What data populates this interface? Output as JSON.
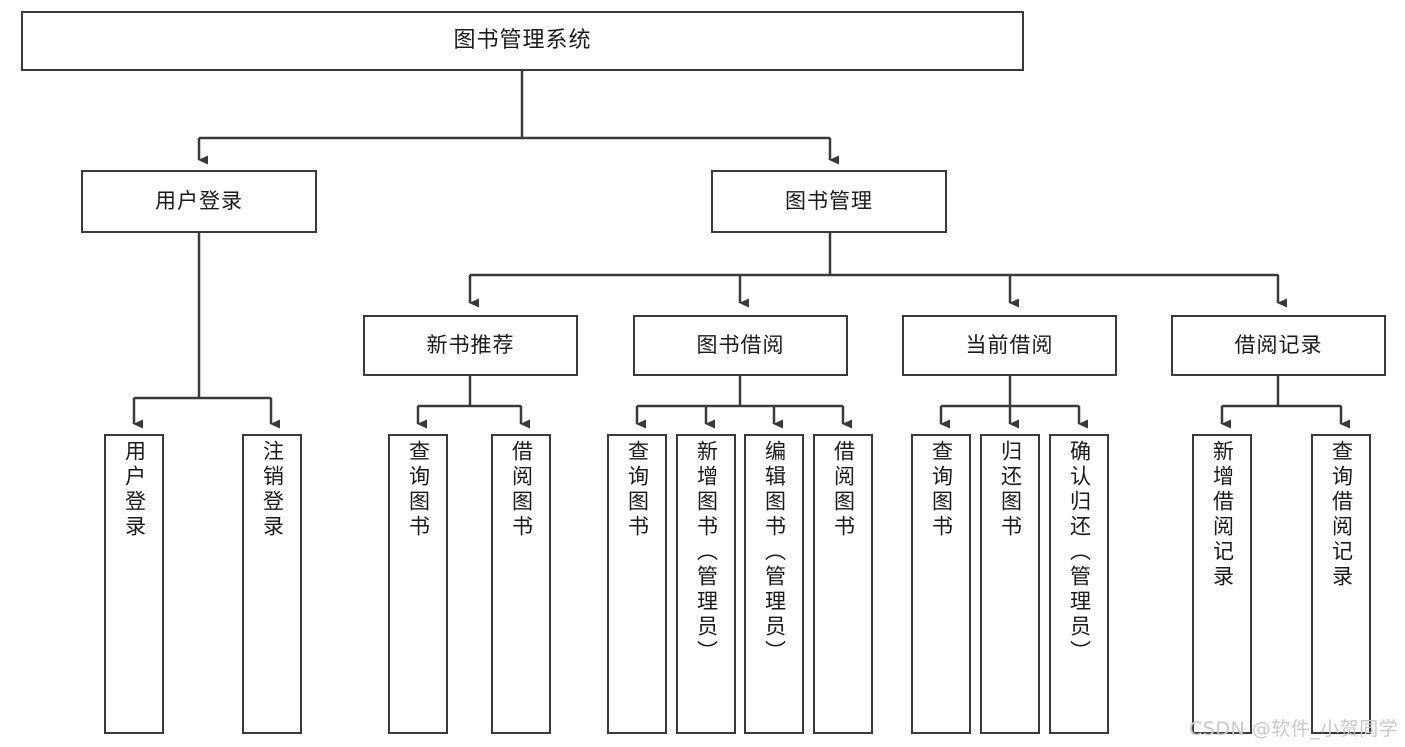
{
  "diagram": {
    "type": "tree",
    "title": "图书管理系统",
    "orientation": "top-down",
    "colors": {
      "box_border": "#3a3a3a",
      "box_fill": "#ffffff",
      "connector": "#3a3a3a",
      "text": "#1a1a1a",
      "watermark": "#c9c9c9",
      "background": "#ffffff"
    },
    "root": {
      "label": "图书管理系统"
    },
    "level2": [
      {
        "label": "用户登录"
      },
      {
        "label": "图书管理"
      }
    ],
    "level3": [
      {
        "label": "新书推荐"
      },
      {
        "label": "图书借阅"
      },
      {
        "label": "当前借阅"
      },
      {
        "label": "借阅记录"
      }
    ],
    "leaves": {
      "user_login": [
        {
          "label": "用户登录"
        },
        {
          "label": "注销登录"
        }
      ],
      "new_book": [
        {
          "label": "查询图书"
        },
        {
          "label": "借阅图书"
        }
      ],
      "book_borrow": [
        {
          "label": "查询图书"
        },
        {
          "label": "新增图书（管理员）"
        },
        {
          "label": "编辑图书（管理员）"
        },
        {
          "label": "借阅图书"
        }
      ],
      "current_borrow": [
        {
          "label": "查询图书"
        },
        {
          "label": "归还图书"
        },
        {
          "label": "确认归还（管理员）"
        }
      ],
      "borrow_record": [
        {
          "label": "新增借阅记录"
        },
        {
          "label": "查询借阅记录"
        }
      ]
    }
  },
  "watermark": {
    "text": "CSDN @软件_小贺同学"
  }
}
